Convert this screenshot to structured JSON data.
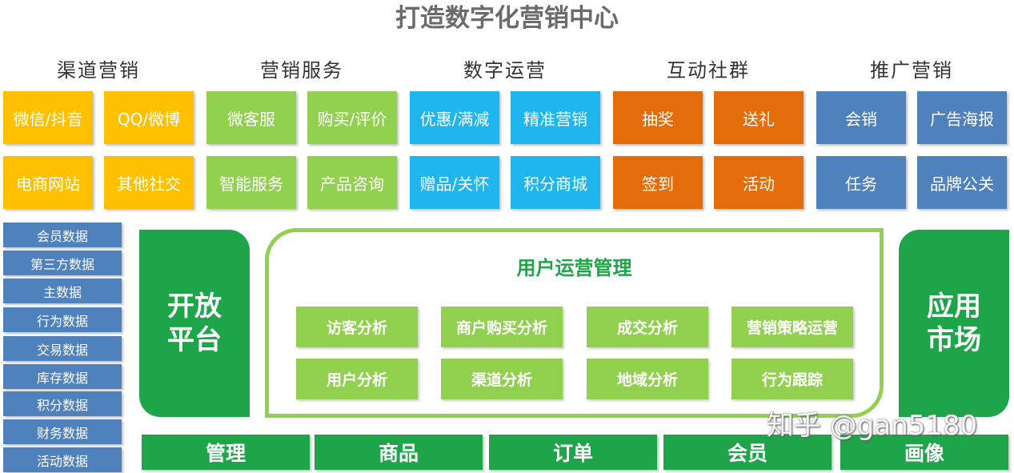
{
  "title": "打造数字化营销中心",
  "categories": [
    {
      "label": "渠道营销",
      "tiles": [
        "微信/抖音",
        "QQ/微博",
        "电商网站",
        "其他社交"
      ]
    },
    {
      "label": "营销服务",
      "tiles": [
        "微客服",
        "购买/评价",
        "智能服务",
        "产品咨询"
      ]
    },
    {
      "label": "数字运营",
      "tiles": [
        "优惠/满减",
        "精准营销",
        "赠品/关怀",
        "积分商城"
      ]
    },
    {
      "label": "互动社群",
      "tiles": [
        "抽奖",
        "送礼",
        "签到",
        "活动"
      ]
    },
    {
      "label": "推广营销",
      "tiles": [
        "会销",
        "广告海报",
        "任务",
        "品牌公关"
      ]
    }
  ],
  "data_items": [
    "会员数据",
    "第三方数据",
    "主数据",
    "行为数据",
    "交易数据",
    "库存数据",
    "积分数据",
    "财务数据",
    "活动数据"
  ],
  "open_platform": "开放平台",
  "app_market": "应用市场",
  "user_ops": {
    "title": "用户运营管理",
    "modules": [
      "访客分析",
      "商户购买分析",
      "成交分析",
      "营销策略运营",
      "用户分析",
      "渠道分析",
      "地域分析",
      "行为跟踪"
    ]
  },
  "bottom_bar": [
    "管理",
    "商品",
    "订单",
    "会员",
    "画像"
  ],
  "watermark": "知乎 @gan5180",
  "colors": {
    "yellow": "#ffc000",
    "light_green": "#92d050",
    "cyan": "#1fb5ee",
    "orange": "#e46c0a",
    "blue": "#4f81bd",
    "dark_green": "#1fa549"
  }
}
